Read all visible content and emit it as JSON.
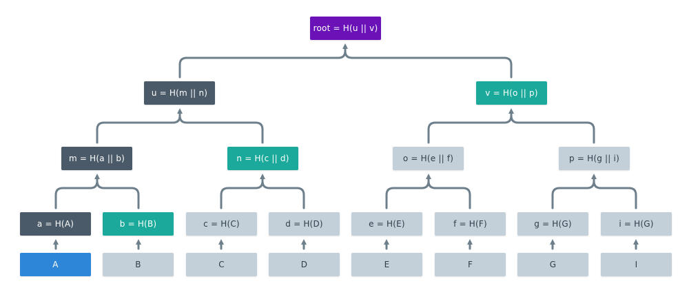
{
  "tree": {
    "root": {
      "label": "root = H(u || v)",
      "color": "#6a12b8"
    },
    "u": {
      "label": "u = H(m || n)",
      "color": "#4a5a68"
    },
    "v": {
      "label": "v = H(o || p)",
      "color": "#1aa99a"
    },
    "m": {
      "label": "m = H(a || b)",
      "color": "#4a5a68"
    },
    "n": {
      "label": "n = H(c || d)",
      "color": "#1aa99a"
    },
    "o": {
      "label": "o = H(e || f)",
      "color": "#c4d0d9"
    },
    "p": {
      "label": "p = H(g || i)",
      "color": "#c4d0d9"
    },
    "hashes": [
      {
        "label": "a = H(A)",
        "color": "#4a5a68"
      },
      {
        "label": "b = H(B)",
        "color": "#1aa99a"
      },
      {
        "label": "c = H(C)",
        "color": "#c4d0d9"
      },
      {
        "label": "d = H(D)",
        "color": "#c4d0d9"
      },
      {
        "label": "e = H(E)",
        "color": "#c4d0d9"
      },
      {
        "label": "f = H(F)",
        "color": "#c4d0d9"
      },
      {
        "label": "g = H(G)",
        "color": "#c4d0d9"
      },
      {
        "label": "i = H(G)",
        "color": "#c4d0d9"
      }
    ],
    "data": [
      {
        "label": "A",
        "color": "#2e86d9"
      },
      {
        "label": "B",
        "color": "#c4d0d9"
      },
      {
        "label": "C",
        "color": "#c4d0d9"
      },
      {
        "label": "D",
        "color": "#c4d0d9"
      },
      {
        "label": "E",
        "color": "#c4d0d9"
      },
      {
        "label": "F",
        "color": "#c4d0d9"
      },
      {
        "label": "G",
        "color": "#c4d0d9"
      },
      {
        "label": "I",
        "color": "#c4d0d9"
      }
    ]
  },
  "connector_color": "#6e7f8c"
}
